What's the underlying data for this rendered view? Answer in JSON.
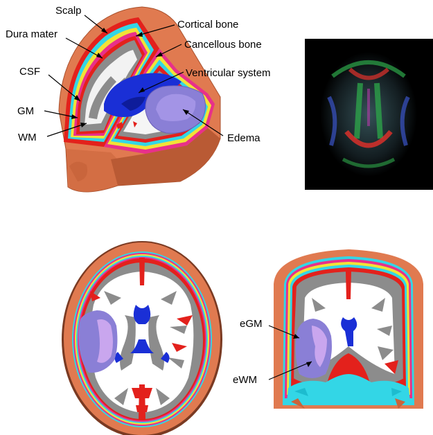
{
  "figure": {
    "labels_3d": {
      "scalp": "Scalp",
      "cortical_bone": "Cortical bone",
      "dura_mater": "Dura mater",
      "cancellous_bone": "Cancellous bone",
      "csf": "CSF",
      "ventricular_system": "Ventricular system",
      "gm": "GM",
      "wm": "WM",
      "edema": "Edema"
    },
    "labels_coronal": {
      "egm": "eGM",
      "ewm": "eWM"
    }
  },
  "colors": {
    "scalp": "#e07a50",
    "cortical_bone": "#33d6e6",
    "cancellous_bone": "#f2e236",
    "dura_mater": "#e8308a",
    "csf": "#e3211c",
    "gm": "#8c8c8c",
    "wm": "#ffffff",
    "ventricles": "#1a2fd6",
    "edema_gm": "#8a7fd6",
    "edema_wm": "#c9a6ee",
    "dti_background": "#000000"
  }
}
